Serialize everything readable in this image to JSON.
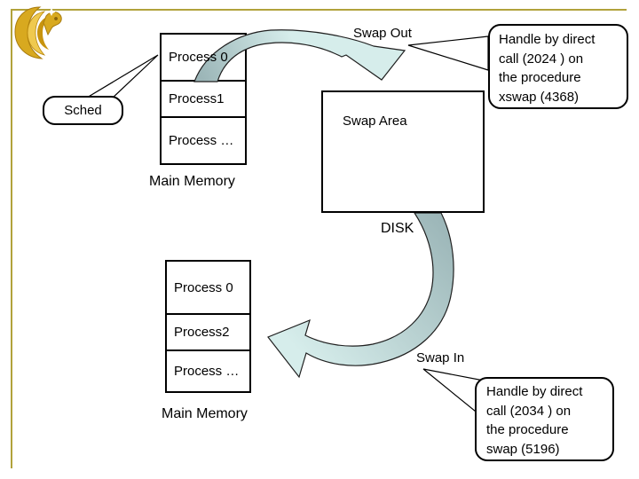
{
  "slide": {
    "description": "OS swapping diagram slide",
    "colors": {
      "frame_gold": "#b1a23b",
      "arrow_dark": "#9cb6b8",
      "arrow_light": "#d6edeb",
      "logo_gold": "#d8a91f"
    }
  },
  "logo": {
    "name": "ucf-pegasus-logo"
  },
  "sched_callout": {
    "label": "Sched"
  },
  "top_memory": {
    "rows": [
      "Process 0",
      "Process1",
      "Process …"
    ],
    "caption": "Main Memory"
  },
  "bottom_memory": {
    "rows": [
      "Process 0",
      "Process2",
      "Process …"
    ],
    "caption": "Main Memory"
  },
  "swap_area": {
    "label": "Swap Area",
    "caption": "DISK"
  },
  "labels": {
    "swap_out": "Swap Out",
    "swap_in": "Swap In"
  },
  "callouts": {
    "swap_out": {
      "lines": [
        "Handle by direct",
        "call (2024 ) on",
        "the procedure",
        "xswap (4368)"
      ]
    },
    "swap_in": {
      "lines": [
        "Handle by direct",
        "call (2034 ) on",
        "the procedure",
        "swap (5196)"
      ]
    }
  }
}
